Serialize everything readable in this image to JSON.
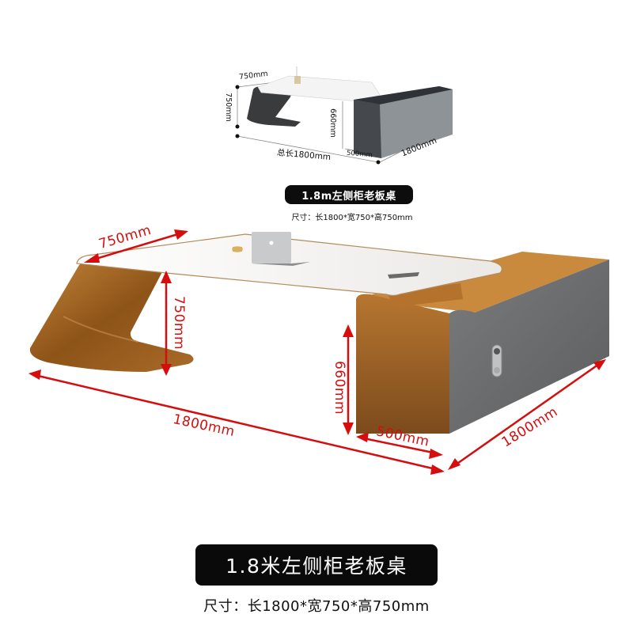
{
  "product": {
    "name": "1.8米左侧柜老板桌",
    "size_spec": "尺寸：长1800*宽750*高750mm",
    "colors": {
      "desktop": "#f2f0ee",
      "wood_panel": "#9b5f24",
      "cabinet_side": "#6b6c6d",
      "dimension_red": "#d50d0d",
      "thumbnail_dark": "#3b3d40"
    }
  },
  "thumbnail": {
    "title": "1.8m左侧柜老板桌",
    "size_spec": "尺寸：长1800*宽750*高750mm",
    "dimensions": {
      "width": "750mm",
      "height": "750mm",
      "cabinet_height": "660mm",
      "total_length": "总长1800mm",
      "cabinet_depth": "500mm",
      "cabinet_length": "1800mm"
    }
  },
  "main_image": {
    "dimensions": {
      "desk_depth": "750mm",
      "desk_height": "750mm",
      "cabinet_height": "660mm",
      "desk_length": "1800mm",
      "cabinet_depth": "500mm",
      "cabinet_length": "1800mm"
    }
  }
}
